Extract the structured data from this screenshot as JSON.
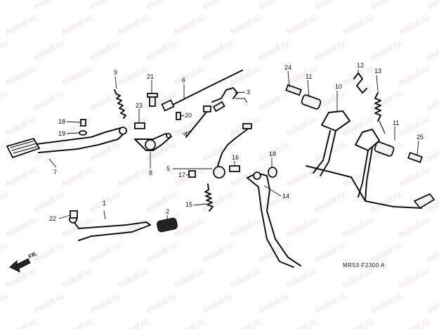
{
  "watermark": "motod.ru",
  "diagram_code": "MR53-F2300 A",
  "direction_label": "FR.",
  "callouts": [
    {
      "id": "1"
    },
    {
      "id": "2"
    },
    {
      "id": "3"
    },
    {
      "id": "4"
    },
    {
      "id": "5"
    },
    {
      "id": "6"
    },
    {
      "id": "7"
    },
    {
      "id": "8"
    },
    {
      "id": "9"
    },
    {
      "id": "10"
    },
    {
      "id": "11"
    },
    {
      "id": "11"
    },
    {
      "id": "12"
    },
    {
      "id": "13"
    },
    {
      "id": "14"
    },
    {
      "id": "15"
    },
    {
      "id": "16"
    },
    {
      "id": "17"
    },
    {
      "id": "18"
    },
    {
      "id": "18"
    },
    {
      "id": "19"
    },
    {
      "id": "20"
    },
    {
      "id": "21"
    },
    {
      "id": "22"
    },
    {
      "id": "23"
    },
    {
      "id": "24"
    },
    {
      "id": "25"
    },
    {
      "id": "25"
    }
  ]
}
